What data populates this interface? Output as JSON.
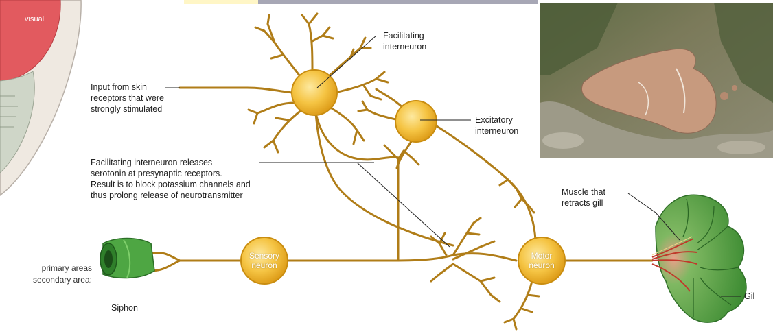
{
  "side_figure": {
    "region_label": "visual",
    "lines": [
      "primary areas",
      "secondary area:"
    ]
  },
  "labels": {
    "facilitating": [
      "Facilitating",
      "interneuron"
    ],
    "input": [
      "Input from skin",
      "receptors that were",
      "strongly stimulated"
    ],
    "excitatory": [
      "Excitatory",
      "interneuron"
    ],
    "release": [
      "Facilitating interneuron releases",
      "serotonin at presynaptic receptors.",
      "Result is to block potassium channels and",
      "thus prolong release of neurotransmitter"
    ],
    "muscle": [
      "Muscle that",
      "retracts gill"
    ],
    "siphon": "Siphon",
    "gill": "Gil"
  },
  "nodes": {
    "sensory": [
      "Sensory",
      "neuron"
    ],
    "motor": [
      "Motor",
      "neuron"
    ]
  },
  "colors": {
    "axon": "#b07d18",
    "cell_fill": "#f2b832",
    "cell_stroke": "#c98d10",
    "gill_green": "#4e9e3c",
    "siphon_green": "#3d8f35",
    "brain_red": "#e0575c",
    "muscle_red": "#c0392b"
  }
}
